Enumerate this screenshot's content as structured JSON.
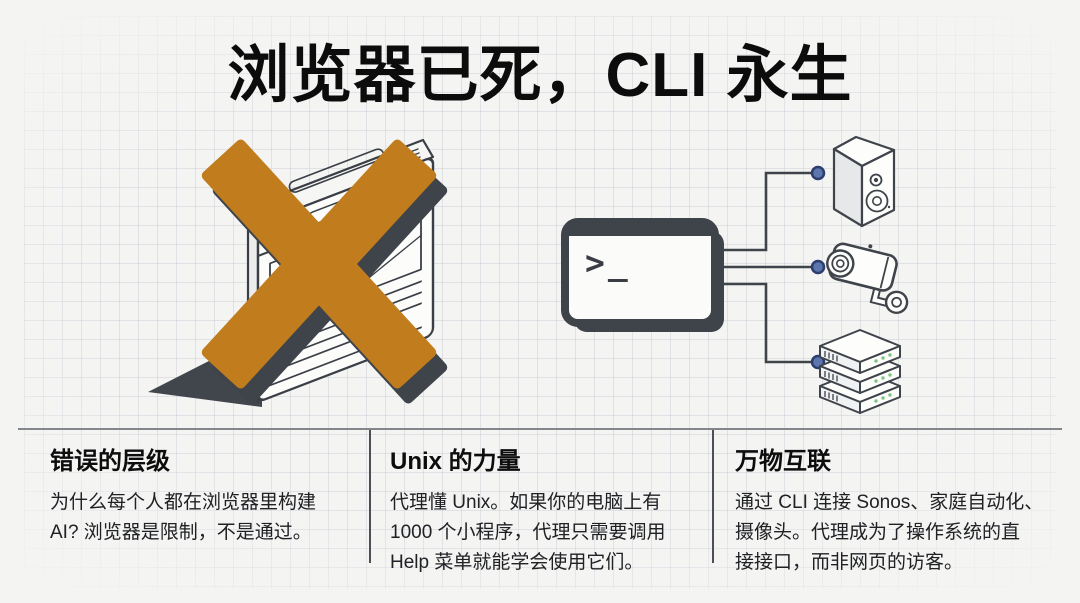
{
  "title": "浏览器已死，CLI 永生",
  "hero": {
    "terminal_prompt": ">_",
    "icons": [
      "browser-window-icon",
      "x-mark-icon",
      "terminal-icon",
      "speaker-icon",
      "cctv-camera-icon",
      "server-stack-icon",
      "connector-dot-icon"
    ],
    "colors": {
      "x_mark": "#c17d1d",
      "outline": "#3f444b",
      "connector_dot": "#5d76ae",
      "led_green": "#7fc480",
      "background": "#f4f4f3",
      "grid_line": "#c6cad4"
    }
  },
  "sections": [
    {
      "heading": "错误的层级",
      "body": "为什么每个人都在浏览器里构建\nAI? 浏览器是限制，不是通过。"
    },
    {
      "heading": "Unix 的力量",
      "body": "代理懂 Unix。如果你的电脑上有\n1000 个小程序，代理只需要调用\nHelp 菜单就能学会使用它们。"
    },
    {
      "heading": "万物互联",
      "body": "通过 CLI 连接 Sonos、家庭自动化、\n摄像头。代理成为了操作系统的直\n接接口，而非网页的访客。"
    }
  ]
}
